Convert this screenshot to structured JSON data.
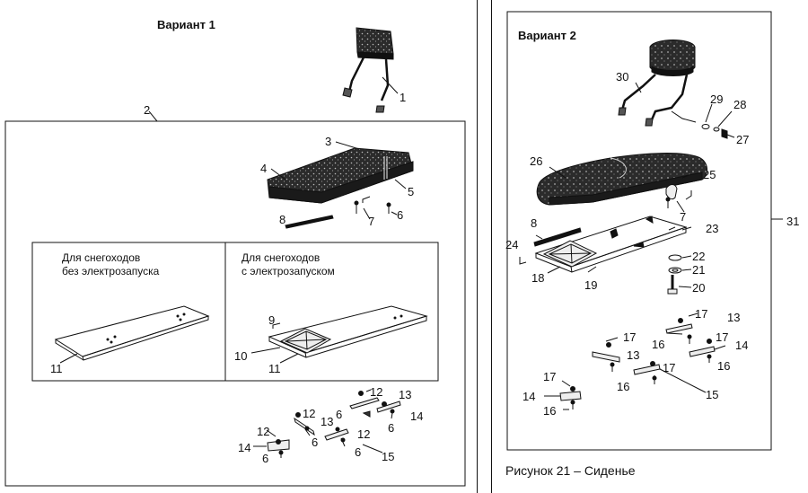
{
  "variant1": {
    "title": "Вариант 1",
    "box1_label_l1": "Для снегоходов",
    "box1_label_l2": "без электрозапуска",
    "box2_label_l1": "Для снегоходов",
    "box2_label_l2": "с электрозапуском"
  },
  "variant2": {
    "title": "Вариант 2"
  },
  "caption": "Рисунок 21 – Сиденье",
  "callouts": {
    "v1": [
      "1",
      "2",
      "3",
      "4",
      "5",
      "6",
      "7",
      "8",
      "9",
      "10",
      "11",
      "11",
      "12",
      "12",
      "12",
      "12",
      "13",
      "13",
      "14",
      "14",
      "15",
      "6",
      "6",
      "6",
      "6",
      "6"
    ],
    "v2": [
      "30",
      "29",
      "28",
      "27",
      "26",
      "25",
      "24",
      "23",
      "8",
      "22",
      "21",
      "20",
      "19",
      "18",
      "7",
      "31",
      "17",
      "13",
      "16",
      "17",
      "14",
      "16",
      "17",
      "13",
      "16",
      "17",
      "15",
      "14",
      "16",
      "17"
    ]
  },
  "colors": {
    "ink": "#111111",
    "seat": "#2b2b2b"
  }
}
